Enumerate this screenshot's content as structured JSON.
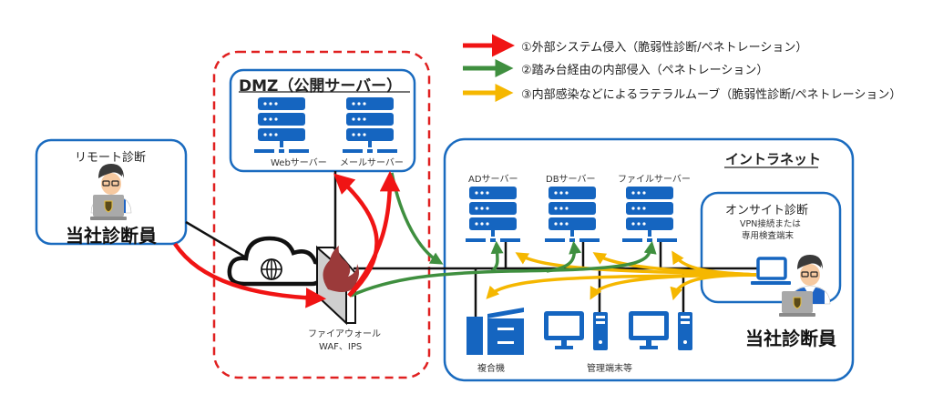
{
  "colors": {
    "red": "#f01414",
    "green": "#3f8f3f",
    "yellow": "#f5b700",
    "blue": "#1a6bbf",
    "server_blue": "#1565c0",
    "dmz_border": "#e02020",
    "flame": "#9b3a3a",
    "black": "#111111"
  },
  "legend": [
    {
      "color_key": "red",
      "label": "①外部システム侵入（脆弱性診断/ペネトレーション）"
    },
    {
      "color_key": "green",
      "label": "②踏み台経由の内部侵入（ペネトレーション）"
    },
    {
      "color_key": "yellow",
      "label": "③内部感染などによるラテラルムーブ（脆弱性診断/ペネトレーション）"
    }
  ],
  "remote": {
    "title": "リモート診断",
    "staff_label": "当社診断員"
  },
  "dmz": {
    "title": "DMZ（公開サーバー）",
    "servers": [
      {
        "label": "Webサーバー"
      },
      {
        "label": "メールサーバー"
      }
    ]
  },
  "firewall": {
    "line1": "ファイアウォール",
    "line2": "WAF、IPS"
  },
  "intranet": {
    "title": "イントラネット",
    "servers": [
      {
        "label": "ADサーバー"
      },
      {
        "label": "DBサーバー"
      },
      {
        "label": "ファイルサーバー"
      }
    ],
    "devices": {
      "mfp_label": "複合機",
      "terminals_label": "管理端末等"
    }
  },
  "onsite": {
    "title": "オンサイト診断",
    "sub1": "VPN接続または",
    "sub2": "専用検査端末",
    "staff_label": "当社診断員"
  }
}
